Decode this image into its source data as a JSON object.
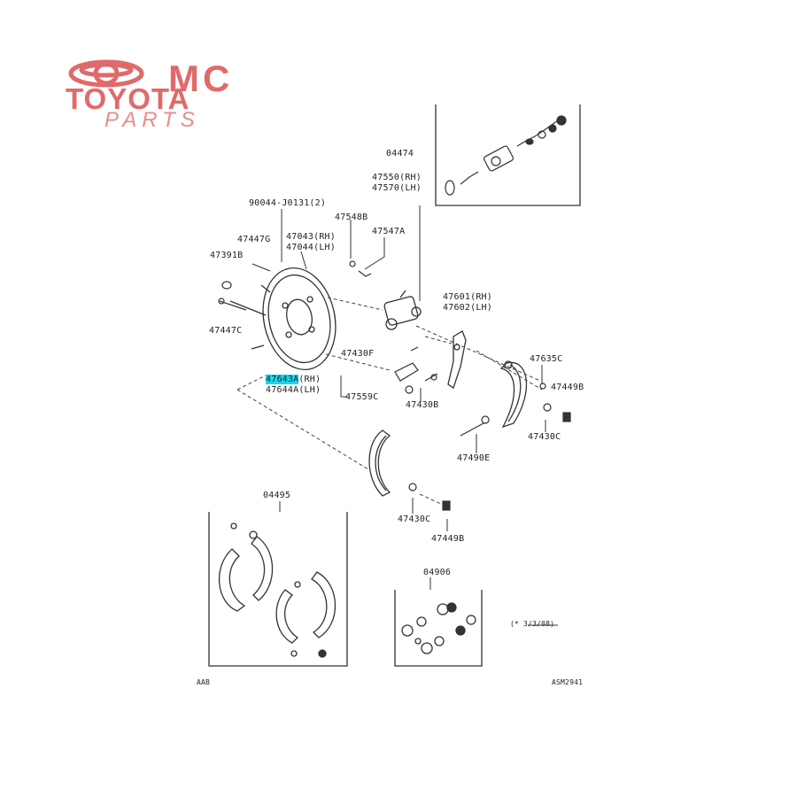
{
  "logo": {
    "brand_line1": "MC",
    "brand_line2": "TOYOTA",
    "brand_line3": "PARTS",
    "color": "#e06a6a"
  },
  "callouts": {
    "c04474": "04474",
    "c47550": "47550(RH)",
    "c47570": "47570(LH)",
    "c90044": "90044-J0131(2)",
    "c47548B": "47548B",
    "c47547A": "47547A",
    "c47447G": "47447G",
    "c47043": "47043(RH)",
    "c47044": "47044(LH)",
    "c47391B": "47391B",
    "c47447C": "47447C",
    "c47601": "47601(RH)",
    "c47602": "47602(LH)",
    "c47430F": "47430F",
    "c47635C": "47635C",
    "c47643A": "47643A",
    "c47643A_suffix": "(RH)",
    "c47644A": "47644A(LH)",
    "c47559C": "47559C",
    "c47430B": "47430B",
    "c47449B_right": "47449B",
    "c47430C_right": "47430C",
    "c47490E": "47490E",
    "c04495": "04495",
    "c47430C_lower": "47430C",
    "c47449B_lower": "47449B",
    "c04906": "04906",
    "c_note": "(* 3/3/08)",
    "c_footer_left": "AAB",
    "c_footer_right": "ASM2941"
  },
  "highlight_color": "#19d8ee"
}
